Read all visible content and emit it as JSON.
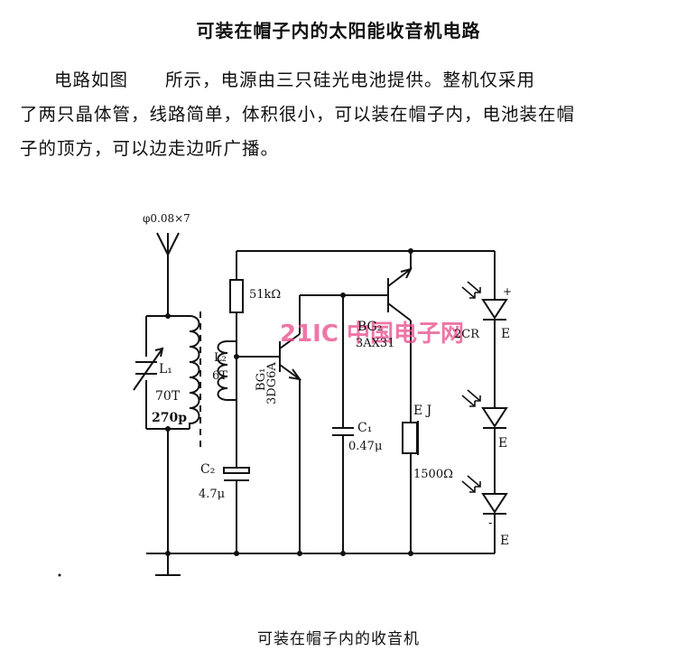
{
  "title": "可装在帽子内的太阳能收音机电路",
  "paragraph": {
    "line1": "电路如图　　所示，电源由三只硅光电池提供。整机仅采用",
    "line2": "了两只晶体管，线路简单，体积很小，可以装在帽子内，电池装在帽",
    "line3": "子的顶方，可以边走边听广播。"
  },
  "caption": "可装在帽子内的收音机",
  "watermark": "21IC 中国电子网",
  "labels": {
    "antenna": "φ0.08×7",
    "l1": "L₁",
    "l1_turns": "70T",
    "cap_var": "270p",
    "l2": "L₂",
    "l2_turns": "6T",
    "r1": "51kΩ",
    "bg1": "BG₁",
    "bg1_type": "3DG6A",
    "c2": "C₂",
    "c2_val": "4.7μ",
    "bg2": "BG₂",
    "bg2_type": "3AX31",
    "c1": "C₁",
    "c1_val": "0.47μ",
    "ej": "E J",
    "ej_val": "1500Ω",
    "cell_type": "2CR",
    "e1": "E",
    "e2": "E",
    "e3": "E",
    "plus": "+",
    "minus": "-"
  }
}
